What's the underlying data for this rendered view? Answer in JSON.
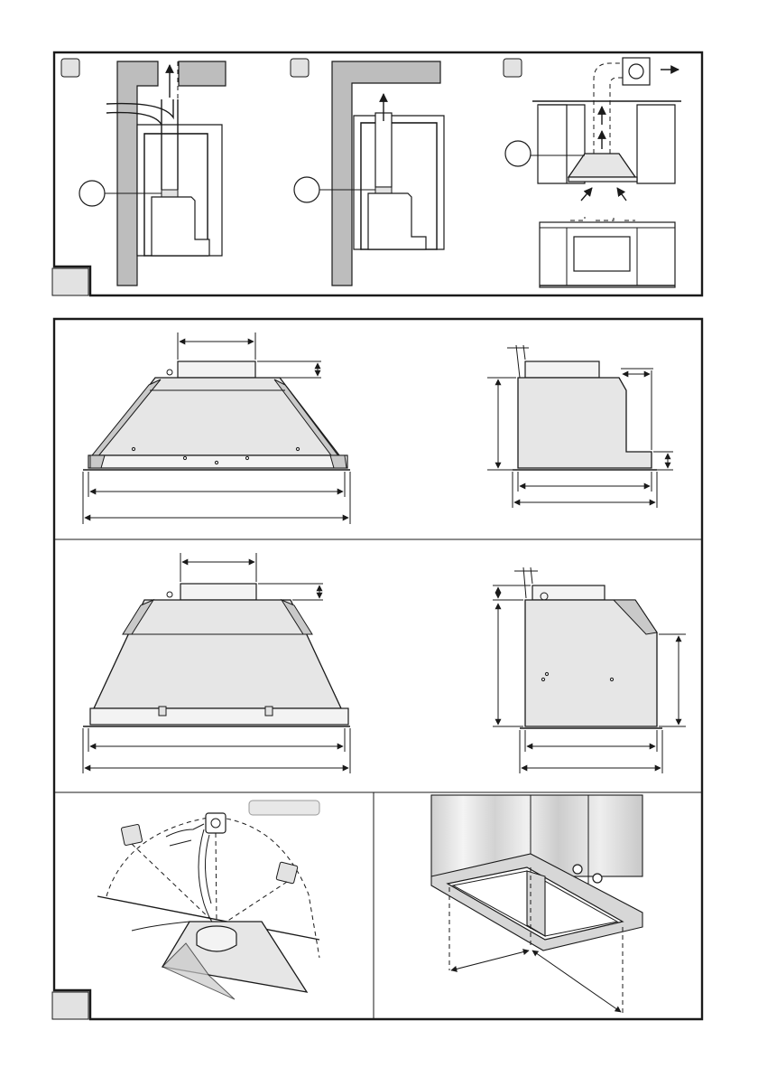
{
  "figure": {
    "panel_a": {
      "callout_count": 1,
      "arrow": "up-arrow"
    },
    "panel_b": {
      "callout_count": 1,
      "arrow": "up-arrow"
    },
    "panel_c": {
      "callout_count": 1,
      "arrows": [
        "up-arrow",
        "up-arrow",
        "right-arrow"
      ]
    },
    "colors": {
      "ink": "#1a1a1a",
      "wall": "#bdbdbd",
      "hood": "#e6e6e6",
      "label_box": "#e2e2e2"
    },
    "icons": [
      "wall-socket-icon",
      "hand-icon",
      "power-plug-icon"
    ]
  }
}
